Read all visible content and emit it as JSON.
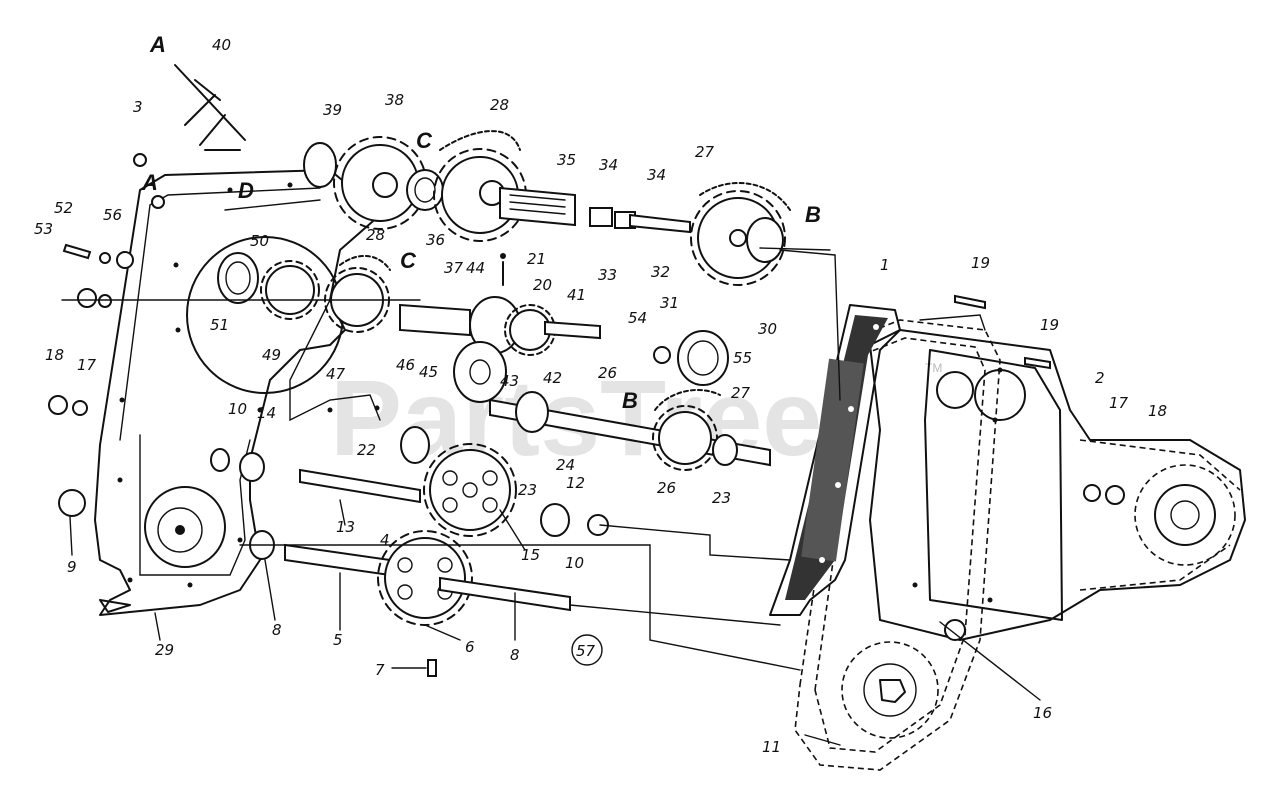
{
  "watermark": {
    "text": "PartsTree",
    "trademark": "TM"
  },
  "callouts": {
    "n1": "1",
    "n2": "2",
    "n3": "3",
    "n4": "4",
    "n5": "5",
    "n6": "6",
    "n7": "7",
    "n8a": "8",
    "n8b": "8",
    "n9": "9",
    "n10a": "10",
    "n10b": "10",
    "n11": "11",
    "n12": "12",
    "n13": "13",
    "n14": "14",
    "n15": "15",
    "n16": "16",
    "n17a": "17",
    "n17b": "17",
    "n18a": "18",
    "n18b": "18",
    "n19a": "19",
    "n19b": "19",
    "n20": "20",
    "n21": "21",
    "n22": "22",
    "n23a": "23",
    "n23b": "23",
    "n24": "24",
    "n26a": "26",
    "n26b": "26",
    "n27a": "27",
    "n27b": "27",
    "n28a": "28",
    "n28b": "28",
    "n29": "29",
    "n30": "30",
    "n31": "31",
    "n32": "32",
    "n33": "33",
    "n34a": "34",
    "n34b": "34",
    "n35": "35",
    "n36": "36",
    "n37": "37",
    "n38": "38",
    "n39": "39",
    "n40": "40",
    "n41": "41",
    "n42": "42",
    "n43": "43",
    "n44": "44",
    "n45": "45",
    "n46": "46",
    "n47": "47",
    "n49": "49",
    "n50": "50",
    "n51": "51",
    "n52": "52",
    "n53": "53",
    "n54": "54",
    "n55": "55",
    "n56": "56",
    "n57": "57"
  },
  "letters": {
    "a1": "A",
    "a2": "A",
    "b1": "B",
    "b2": "B",
    "c1": "C",
    "c2": "C",
    "d1": "D"
  }
}
